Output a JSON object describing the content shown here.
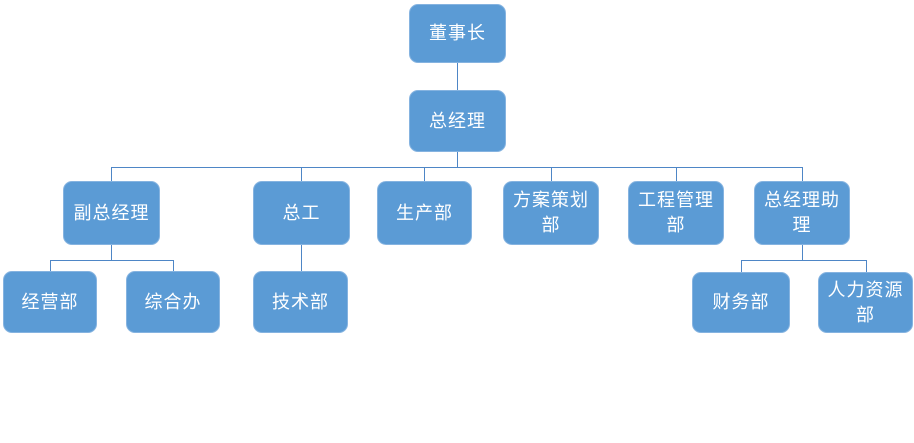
{
  "theme": {
    "box_fill": "#5B9BD5",
    "box_border": "#85B3E0",
    "connector_color": "#4E86C6",
    "text_color": "#FFFFFF",
    "background": "#FFFFFF"
  },
  "diagram": {
    "type": "org-chart",
    "levels": 4
  },
  "nodes": [
    {
      "id": "chairman",
      "label": "董事长"
    },
    {
      "id": "general-manager",
      "label": "总经理"
    },
    {
      "id": "deputy-general-manager",
      "label": "副总经理"
    },
    {
      "id": "chief-engineer",
      "label": "总工"
    },
    {
      "id": "production-dept",
      "label": "生产部"
    },
    {
      "id": "planning-dept",
      "label": "方案策划部"
    },
    {
      "id": "engineering-mgmt-dept",
      "label": "工程管理部"
    },
    {
      "id": "gm-assistant",
      "label": "总经理助理"
    },
    {
      "id": "business-dept",
      "label": "经营部"
    },
    {
      "id": "general-affairs-office",
      "label": "综合办"
    },
    {
      "id": "technical-dept",
      "label": "技术部"
    },
    {
      "id": "finance-dept",
      "label": "财务部"
    },
    {
      "id": "hr-dept",
      "label": "人力资源部"
    }
  ],
  "edges": [
    {
      "from": "chairman",
      "to": "general-manager"
    },
    {
      "from": "general-manager",
      "to": "deputy-general-manager"
    },
    {
      "from": "general-manager",
      "to": "chief-engineer"
    },
    {
      "from": "general-manager",
      "to": "production-dept"
    },
    {
      "from": "general-manager",
      "to": "planning-dept"
    },
    {
      "from": "general-manager",
      "to": "engineering-mgmt-dept"
    },
    {
      "from": "general-manager",
      "to": "gm-assistant"
    },
    {
      "from": "deputy-general-manager",
      "to": "business-dept"
    },
    {
      "from": "deputy-general-manager",
      "to": "general-affairs-office"
    },
    {
      "from": "chief-engineer",
      "to": "technical-dept"
    },
    {
      "from": "gm-assistant",
      "to": "finance-dept"
    },
    {
      "from": "gm-assistant",
      "to": "hr-dept"
    }
  ]
}
